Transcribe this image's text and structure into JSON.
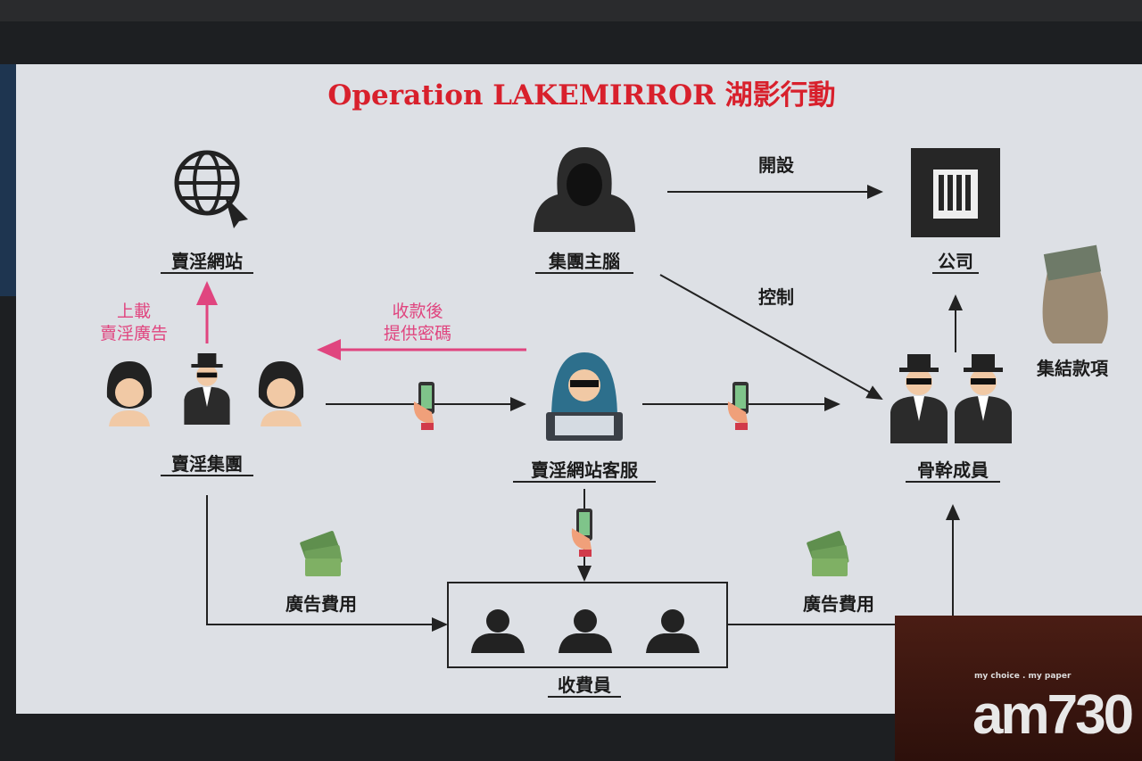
{
  "title": "Operation LAKEMIRROR 湖影行動",
  "nodes": {
    "website": "賣淫網站",
    "syndicate": "賣淫集團",
    "customer_service": "賣淫網站客服",
    "mastermind": "集團主腦",
    "company": "公司",
    "core_members": "骨幹成員",
    "collectors": "收費員",
    "pooled_funds": "集結款項"
  },
  "edges": {
    "upload_line1": "上載",
    "upload_line2": "賣淫廣告",
    "password_line1": "收款後",
    "password_line2": "提供密碼",
    "establish": "開設",
    "control": "控制",
    "ad_fee_left": "廣告費用",
    "ad_fee_right": "廣告費用"
  },
  "watermark": {
    "tagline": "my choice . my paper",
    "brand": "am730"
  },
  "colors": {
    "title": "#d8202c",
    "pink": "#e0457f",
    "screen": "#dde0e5"
  }
}
